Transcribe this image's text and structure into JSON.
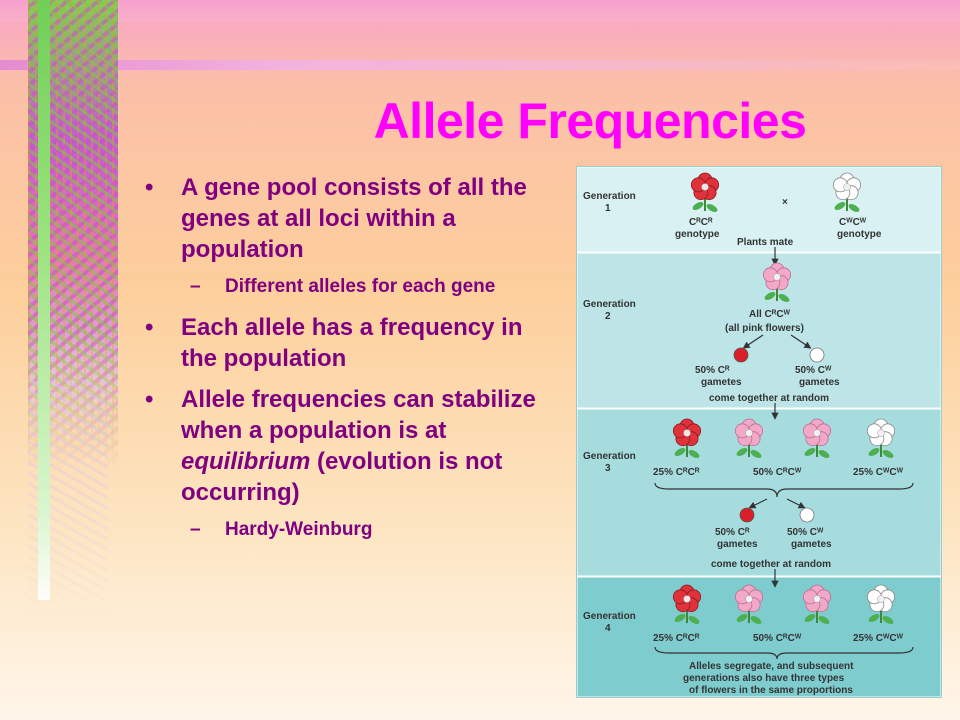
{
  "slide": {
    "title": "Allele Frequencies",
    "bullets": [
      {
        "text": "A gene pool consists of all the genes at all loci within a population",
        "sub": "Different alleles for each gene"
      },
      {
        "text": "Each allele has a frequency in the population"
      },
      {
        "text_before": "Allele frequencies can stabilize when a population is at ",
        "text_italic": "equilibrium",
        "text_after": " (evolution is not occurring)",
        "sub": "Hardy-Weinburg"
      }
    ],
    "bullet_glyph": "•",
    "sub_glyph": "–"
  },
  "diagram": {
    "colors": {
      "gen1": "#d9f1f2",
      "gen2": "#bde4e6",
      "gen3": "#a7dcde",
      "gen4": "#7fcccf",
      "red": "#e0323b",
      "pink": "#f3a8c8",
      "white": "#ffffff",
      "title": "#ff00ff",
      "text": "#800080"
    },
    "gen1": {
      "label": "Generation",
      "num": "1",
      "times": "×",
      "left_geno": "CᴿCᴿ",
      "right_geno": "CᵂCᵂ",
      "geno_word": "genotype",
      "mate": "Plants mate"
    },
    "gen2": {
      "label": "Generation",
      "num": "2",
      "all": "All CᴿCᵂ",
      "all_pink": "(all pink flowers)",
      "g_left_pct": "50% Cᴿ",
      "g_right_pct": "50% Cᵂ",
      "gametes": "gametes",
      "random": "come together at random"
    },
    "gen3": {
      "label": "Generation",
      "num": "3",
      "p1": "25% CᴿCᴿ",
      "p2": "50% CᴿCᵂ",
      "p3": "25% CᵂCᵂ",
      "g_left_pct": "50% Cᴿ",
      "g_right_pct": "50% Cᵂ",
      "gametes": "gametes",
      "random": "come together at random"
    },
    "gen4": {
      "label": "Generation",
      "num": "4",
      "p1": "25% CᴿCᴿ",
      "p2": "50% CᴿCᵂ",
      "p3": "25% CᵂCᵂ",
      "note1": "Alleles segregate, and subsequent",
      "note2": "generations also have three types",
      "note3": "of flowers in the same proportions"
    }
  }
}
